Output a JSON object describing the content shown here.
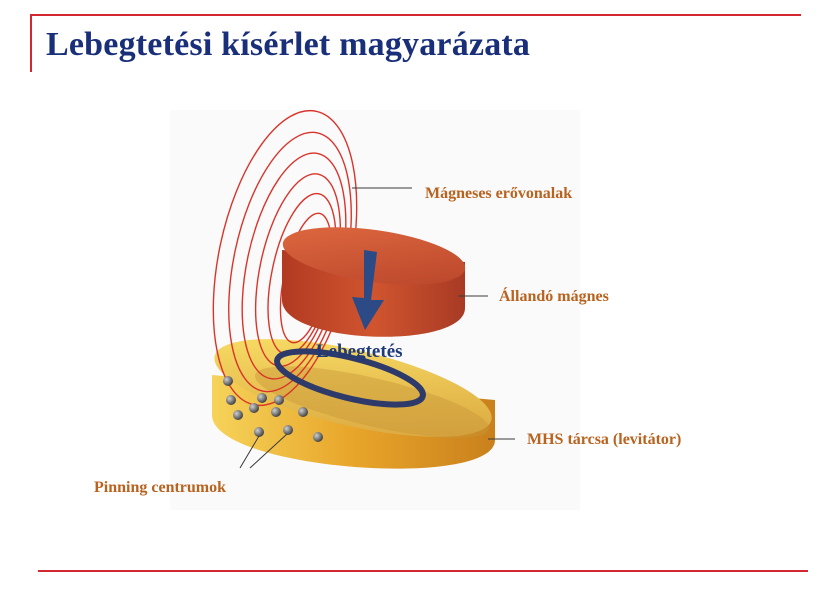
{
  "slide": {
    "title": "Lebegtetési kísérlet magyarázata"
  },
  "labels": {
    "field_lines": "Mágneses erővonalak",
    "magnet": "Állandó mágnes",
    "levitation": "Lebegtetés",
    "disc": "MHS tárcsa (levitátor)",
    "pinning": "Pinning centrumok"
  },
  "colors": {
    "title": "#1a2f7a",
    "accent_rule": "#d22630",
    "label": "#b8631f",
    "field_line": "#d9342b",
    "magnet": "#c0452a",
    "disc": "#f0c040",
    "arrow": "#2c4a86"
  }
}
